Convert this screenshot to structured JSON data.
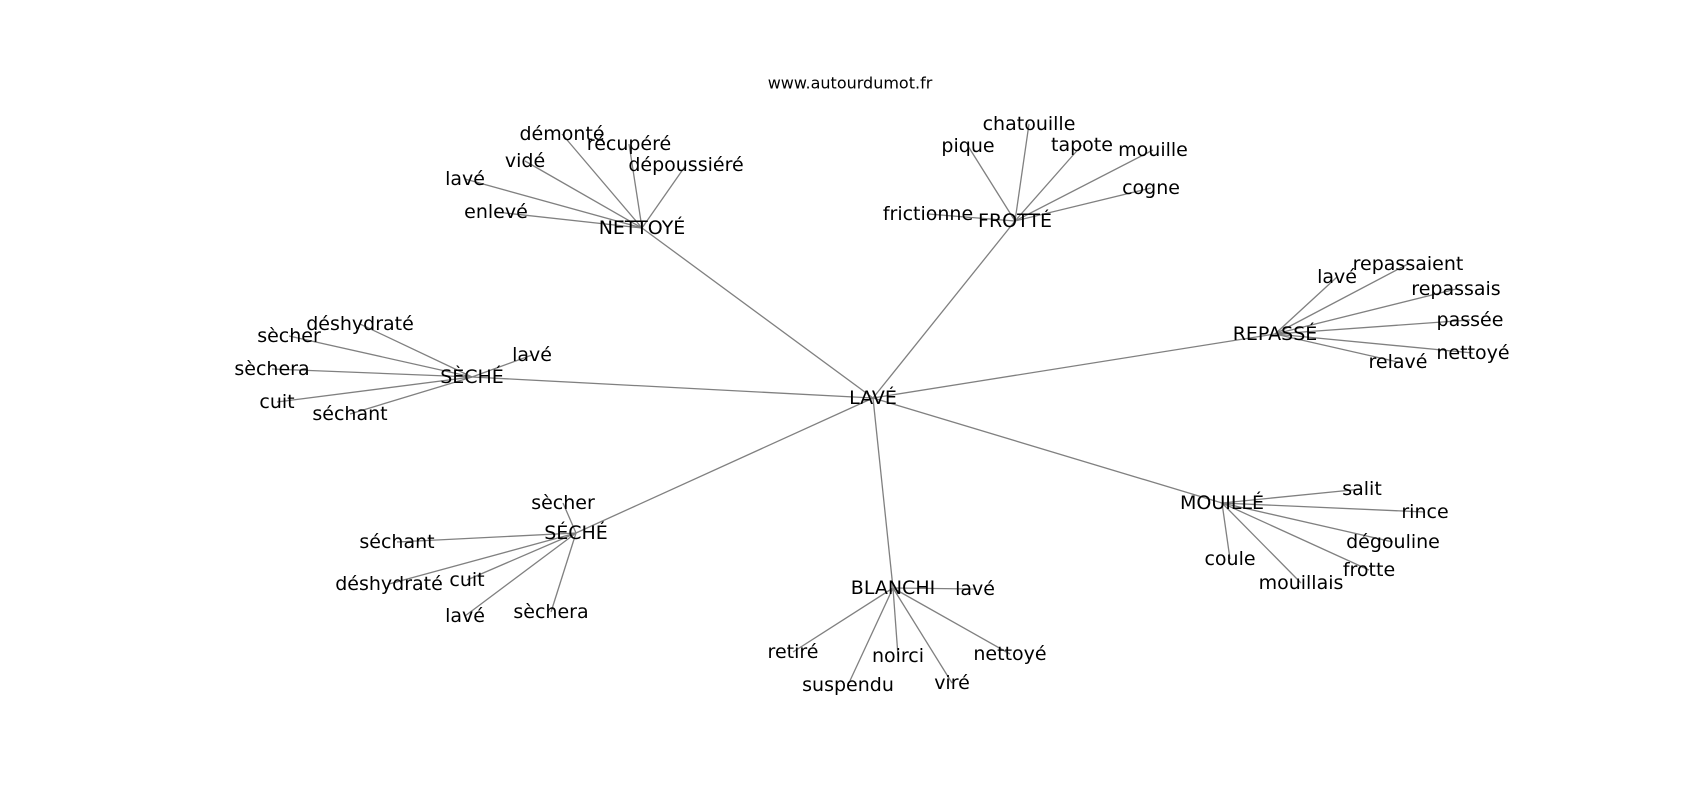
{
  "site": "www.autourdumot.fr",
  "edge_color": "#808080",
  "text_color": "#000000",
  "graph": {
    "center": "LAVÉ",
    "branches": [
      {
        "hub": "NETTOYÉ",
        "leaves": [
          "démonté",
          "récupéré",
          "dépoussiéré",
          "vidé",
          "lavé",
          "enlevé"
        ]
      },
      {
        "hub": "FROTTÉ",
        "leaves": [
          "chatouille",
          "pique",
          "tapote",
          "mouille",
          "cogne",
          "frictionne"
        ]
      },
      {
        "hub": "REPASSÉ",
        "leaves": [
          "repassaient",
          "lavé",
          "repassais",
          "passée",
          "nettoyé",
          "relavé"
        ]
      },
      {
        "hub": "SÈCHÉ",
        "leaves": [
          "déshydraté",
          "sècher",
          "lavé",
          "sèchera",
          "cuit",
          "séchant"
        ]
      },
      {
        "hub": "MOUILLÉ",
        "leaves": [
          "salit",
          "rince",
          "dégouline",
          "frotte",
          "mouillais",
          "coule"
        ]
      },
      {
        "hub": "SÉCHÉ",
        "leaves": [
          "sècher",
          "séchant",
          "cuit",
          "déshydraté",
          "lavé",
          "sèchera"
        ]
      },
      {
        "hub": "BLANCHI",
        "leaves": [
          "lavé",
          "retiré",
          "noirci",
          "nettoyé",
          "suspendu",
          "viré"
        ]
      }
    ]
  }
}
